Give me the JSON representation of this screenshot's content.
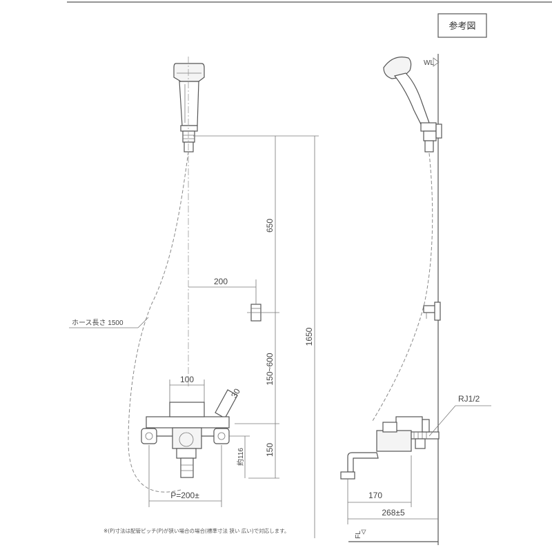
{
  "header_label": "参考図",
  "front_view": {
    "dim_shower_height": "650",
    "dim_hanger_offset": "200",
    "dim_hose_length": "ホース長さ 1500",
    "dim_adjust_range": "150~600",
    "dim_valve_width": "100",
    "dim_handle_angle": "30",
    "dim_valve_height": "150",
    "dim_spout_drop": "約116",
    "dim_pitch": "P=200±",
    "dim_total_height": "1650",
    "footnote": "※(P)寸法は配管ピッチ(P)が狭い場合の場合(標準寸法 狭い 広い)で対応します。"
  },
  "side_view": {
    "label_wall": "WL",
    "label_floor": "FL",
    "label_thread": "RJ1/2",
    "dim_spout": "170",
    "dim_depth": "268±5"
  }
}
